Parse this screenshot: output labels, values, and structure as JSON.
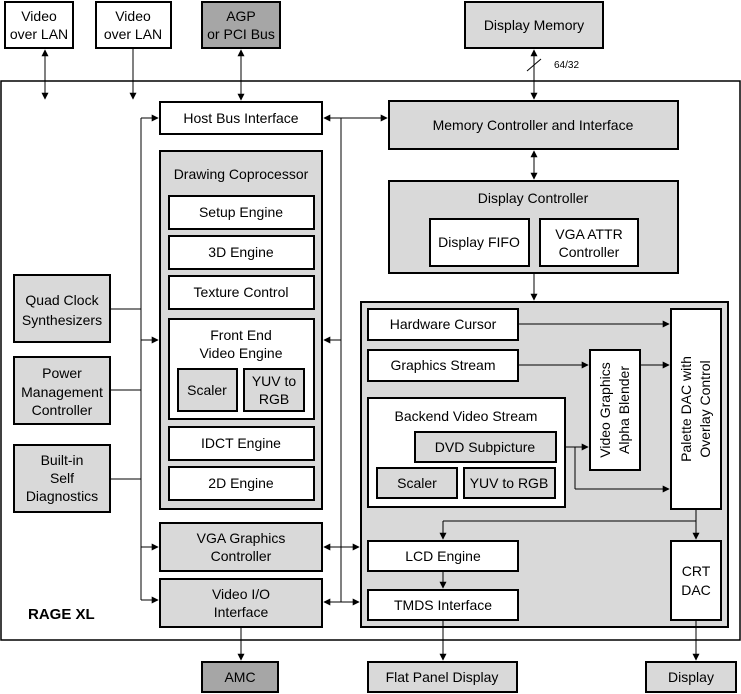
{
  "diagram": {
    "chip_label": "RAGE XL",
    "bus_width_label": "64/32",
    "colors": {
      "white_block": "#ffffff",
      "light_block": "#d9d9d9",
      "dark_block": "#a6a6a6",
      "line": "#000000"
    },
    "external": {
      "video_lan_1": [
        "Video",
        "over LAN"
      ],
      "video_lan_2": [
        "Video",
        "over LAN"
      ],
      "agp_pci": [
        "AGP",
        "or PCI Bus"
      ],
      "display_memory": "Display Memory",
      "amc": "AMC",
      "flat_panel": "Flat Panel Display",
      "display": "Display"
    },
    "blocks": {
      "host_bus_interface": "Host Bus Interface",
      "memory_controller": "Memory Controller and Interface",
      "drawing_coprocessor": "Drawing Coprocessor",
      "setup_engine": "Setup Engine",
      "engine_3d": "3D Engine",
      "texture_control": "Texture Control",
      "front_end_video_engine": [
        "Front End",
        "Video Engine"
      ],
      "scaler_fe": "Scaler",
      "yuv_rgb_fe": [
        "YUV to",
        "RGB"
      ],
      "idct_engine": "IDCT Engine",
      "engine_2d": "2D Engine",
      "vga_graphics_controller": [
        "VGA Graphics",
        "Controller"
      ],
      "video_io_interface": [
        "Video I/O",
        "Interface"
      ],
      "quad_clock": [
        "Quad Clock",
        "Synthesizers"
      ],
      "power_mgmt": [
        "Power",
        "Management",
        "Controller"
      ],
      "bist": [
        "Built-in",
        "Self",
        "Diagnostics"
      ],
      "display_controller": "Display Controller",
      "display_fifo": "Display FIFO",
      "vga_attr": [
        "VGA ATTR",
        "Controller"
      ],
      "hardware_cursor": "Hardware Cursor",
      "graphics_stream": "Graphics Stream",
      "backend_video_stream": "Backend Video Stream",
      "dvd_subpicture": "DVD Subpicture",
      "scaler_be": "Scaler",
      "yuv_rgb_be": "YUV to RGB",
      "alpha_blender": [
        "Video Graphics",
        "Alpha Blender"
      ],
      "palette_dac": [
        "Palette DAC with",
        "Overlay Control"
      ],
      "lcd_engine": "LCD Engine",
      "tmds_interface": "TMDS Interface",
      "crt_dac": [
        "CRT",
        "DAC"
      ]
    }
  }
}
